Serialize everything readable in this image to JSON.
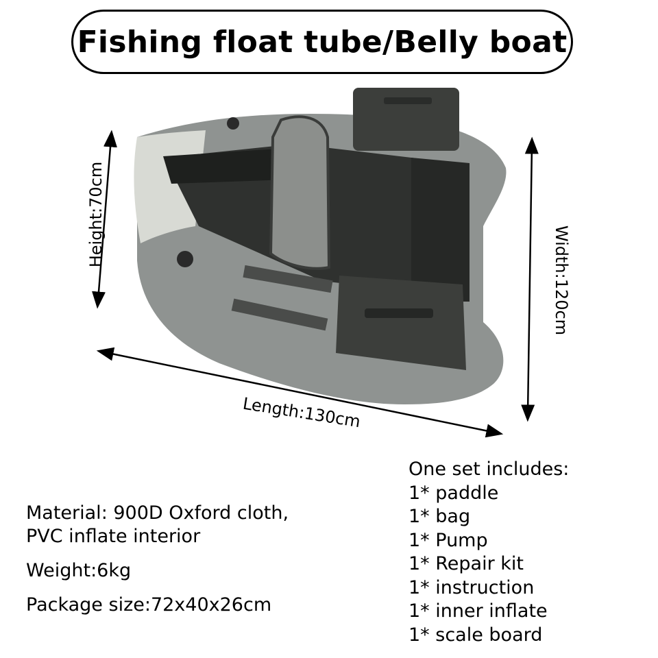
{
  "title": "Fishing float tube/Belly boat",
  "dimensions": {
    "height": "Height:70cm",
    "width": "Width:120cm",
    "length": "Length:130cm"
  },
  "specs": {
    "material_line1": "Material: 900D Oxford cloth,",
    "material_line2": "PVC inflate interior",
    "weight": "Weight:6kg",
    "package": "Package size:72x40x26cm"
  },
  "includes": {
    "heading": "One set includes:",
    "items": [
      "1* paddle",
      "1* bag",
      "1* Pump",
      "1* Repair kit",
      "1* instruction",
      "1* inner inflate",
      "1* scale board"
    ]
  },
  "colors": {
    "tube_grey": "#8f9391",
    "tube_light": "#d8dad4",
    "fabric_dark": "#2f312f",
    "bag_dark": "#3c3e3b"
  }
}
